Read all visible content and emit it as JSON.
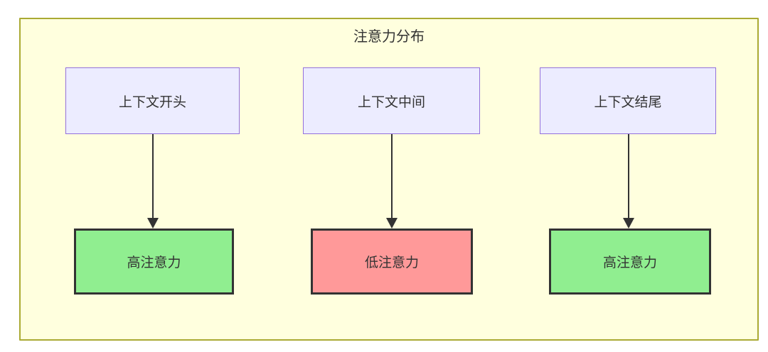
{
  "diagram": {
    "type": "flowchart",
    "title": "注意力分布",
    "nodes": [
      {
        "id": "A",
        "label": "上下文开头",
        "result": "高注意力",
        "result_level": "high"
      },
      {
        "id": "B",
        "label": "上下文中间",
        "result": "低注意力",
        "result_level": "low"
      },
      {
        "id": "C",
        "label": "上下文结尾",
        "result": "高注意力",
        "result_level": "high"
      }
    ],
    "edges": [
      {
        "from": "上下文开头",
        "to": "高注意力"
      },
      {
        "from": "上下文中间",
        "to": "低注意力"
      },
      {
        "from": "上下文结尾",
        "to": "高注意力"
      }
    ],
    "colors": {
      "container_fill": "#ffffde",
      "container_border": "#aaaa33",
      "node_top_fill": "#ececff",
      "node_top_border": "#9370db",
      "high_fill": "#90ee90",
      "low_fill": "#ff9999",
      "result_border": "#333333",
      "arrow": "#333333",
      "text": "#333333"
    }
  }
}
